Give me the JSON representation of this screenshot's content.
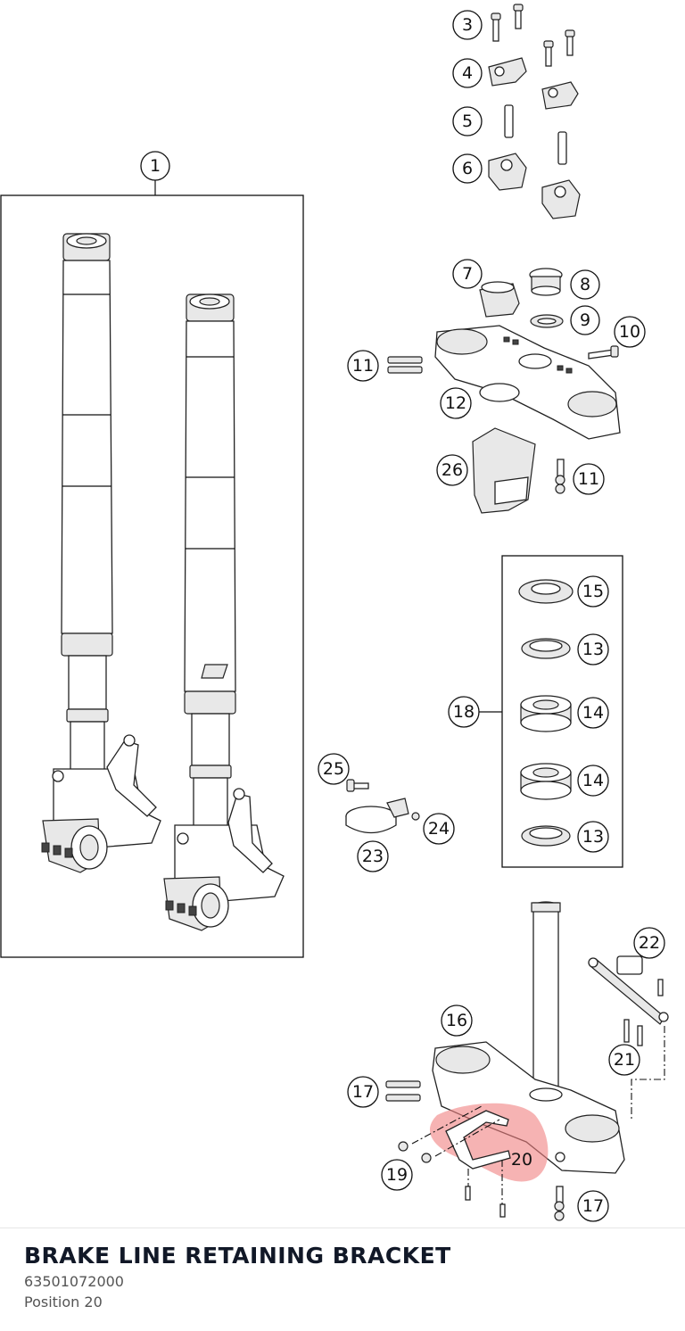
{
  "part": {
    "title": "BRAKE LINE RETAINING BRACKET",
    "number": "63501072000",
    "position": "Position 20"
  },
  "highlight": {
    "callout": "20",
    "color": "#f08080"
  },
  "callouts": {
    "c1": "1",
    "c3": "3",
    "c4": "4",
    "c5": "5",
    "c6": "6",
    "c7": "7",
    "c8": "8",
    "c9": "9",
    "c10": "10",
    "c11a": "11",
    "c11b": "11",
    "c12": "12",
    "c13a": "13",
    "c13b": "13",
    "c14a": "14",
    "c14b": "14",
    "c15": "15",
    "c16": "16",
    "c17a": "17",
    "c17b": "17",
    "c18": "18",
    "c19": "19",
    "c20": "20",
    "c21": "21",
    "c22": "22",
    "c23": "23",
    "c24": "24",
    "c25": "25",
    "c26": "26"
  }
}
